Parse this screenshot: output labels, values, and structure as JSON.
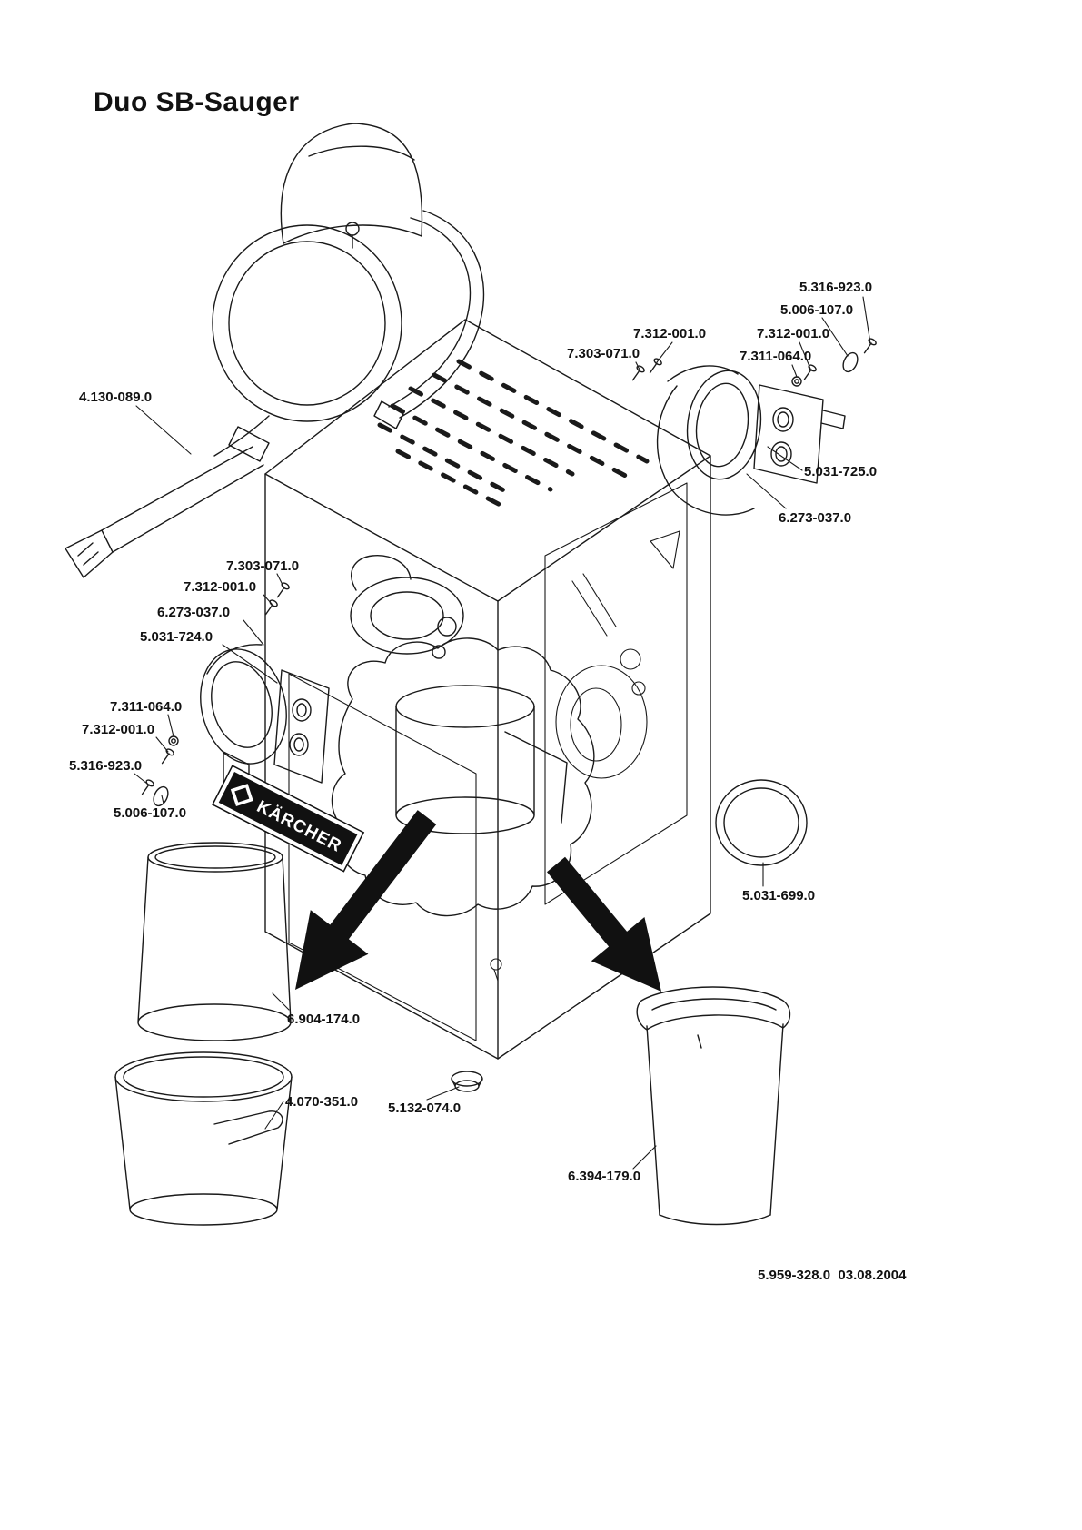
{
  "page": {
    "title": "Duo SB-Sauger",
    "footer": "5.959-328.0  03.08.2004"
  },
  "diagram": {
    "brand": "KÄRCHER",
    "labels": [
      "5.316-923.0",
      "5.006-107.0",
      "7.312-001.0",
      "7.303-071.0",
      "7.312-001.0",
      "7.311-064.0",
      "4.130-089.0",
      "5.031-725.0",
      "6.273-037.0",
      "7.303-071.0",
      "7.312-001.0",
      "6.273-037.0",
      "5.031-724.0",
      "7.311-064.0",
      "7.312-001.0",
      "5.316-923.0",
      "5.006-107.0",
      "5.031-699.0",
      "6.904-174.0",
      "4.070-351.0",
      "5.132-074.0",
      "6.394-179.0"
    ]
  }
}
